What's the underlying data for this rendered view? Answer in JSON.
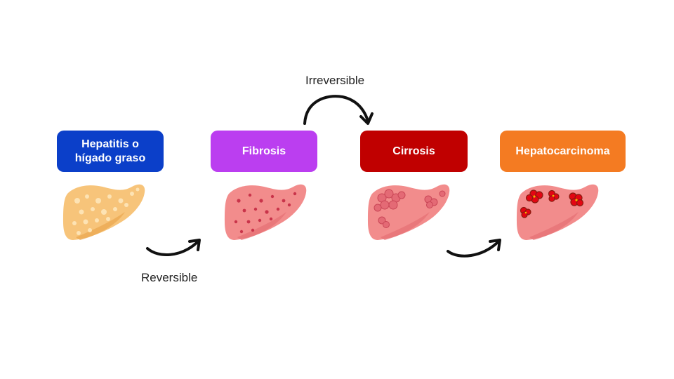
{
  "colors": {
    "stage1": "#0b3fc9",
    "stage2": "#bb3ef0",
    "stage3": "#c00000",
    "stage4": "#f47b22",
    "liver_healthy_fat": "#f7c47a",
    "liver_pink": "#f28c8c",
    "lesion_red": "#e30613",
    "arrow": "#111111"
  },
  "stages": [
    {
      "label": "Hepatitis o\nhígado graso",
      "icon": "fatty-liver-icon"
    },
    {
      "label": "Fibrosis",
      "icon": "fibrotic-liver-icon"
    },
    {
      "label": "Cirrosis",
      "icon": "cirrhotic-liver-icon"
    },
    {
      "label": "Hepatocarcinoma",
      "icon": "cancerous-liver-icon"
    }
  ],
  "transitions": {
    "reversible": "Reversible",
    "irreversible": "Irreversible"
  }
}
